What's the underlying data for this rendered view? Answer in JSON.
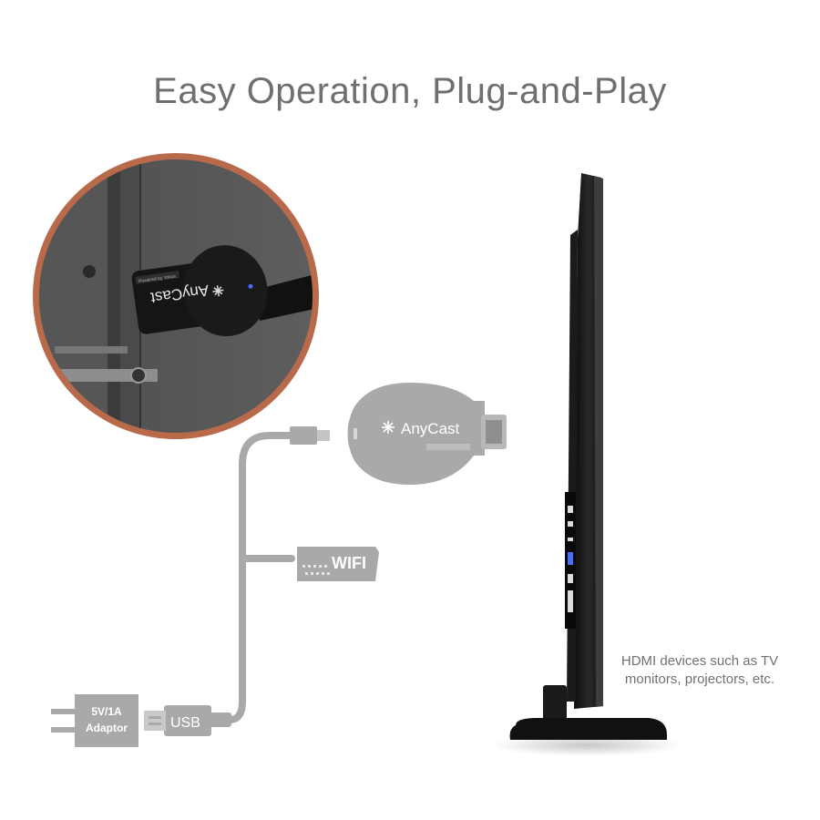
{
  "title": "Easy Operation, Plug-and-Play",
  "dongle": {
    "brand": "AnyCast",
    "small_text": "Powered by Yokus"
  },
  "labels": {
    "wifi": "WIFI",
    "usb": "USB",
    "adaptor_line1": "5V/1A",
    "adaptor_line2": "Adaptor"
  },
  "caption": {
    "line1": "HDMI devices such as TV",
    "line2": "monitors, projectors, etc."
  },
  "colors": {
    "inset_ring": "#b86a4a",
    "gray_graphics": "#a9a9a9",
    "title_text": "#6f6f6f",
    "tv_body": "#141414"
  },
  "icons": [
    "wifi-antenna-icon",
    "anycast-logo-icon",
    "usb-plug-icon",
    "power-plug-icon"
  ]
}
